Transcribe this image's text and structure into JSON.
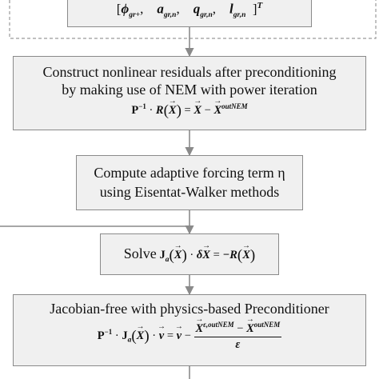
{
  "top_box": {
    "open_bracket": "[",
    "phi": "ϕ",
    "phi_sub": "gr+",
    "sep1": ",",
    "a": "a",
    "a_sub": "gr,n",
    "sep2": ",",
    "q": "q",
    "q_sub": "gr,n",
    "sep3": ",",
    "l": "l",
    "l_sub": "gr,n",
    "close_bracket": "]",
    "transpose": "T"
  },
  "step1": {
    "line1": "Construct nonlinear residuals after preconditioning",
    "line2": "by making use of NEM with power iteration",
    "eq": {
      "pinv": "P",
      "pinv_exp": "−1",
      "dot": "·",
      "r": "R",
      "x": "X",
      "equals": "=",
      "x2": "X",
      "minus": "−",
      "x3": "X",
      "x3_sup": "outNEM"
    }
  },
  "step2": {
    "line1": "Compute adaptive forcing term η",
    "line2": "using Eisentat-Walker methods"
  },
  "step3": {
    "solve": "Solve",
    "j": "J",
    "j_sub": "a",
    "x": "X",
    "dot": "·",
    "delta": "δ",
    "x2": "X",
    "equals": "=",
    "minus_r": "−R",
    "x3": "X"
  },
  "step4": {
    "line1": "Jacobian-free with physics-based Preconditioner",
    "eq": {
      "pinv": "P",
      "pinv_exp": "−1",
      "dot": "·",
      "j": "J",
      "j_sub": "a",
      "x": "X",
      "dot2": "·",
      "v": "v",
      "equals": "=",
      "v2": "v",
      "minus": "−",
      "num_x1": "X",
      "num_x1_sup": "ε,outNEM",
      "num_minus": "−",
      "num_x2": "X",
      "num_x2_sup": "outNEM",
      "den": "ε"
    }
  },
  "colors": {
    "box_fill": "#f0f0f0",
    "box_border": "#8a8a8a",
    "arrow": "#8a8a8a",
    "text": "#111111"
  }
}
